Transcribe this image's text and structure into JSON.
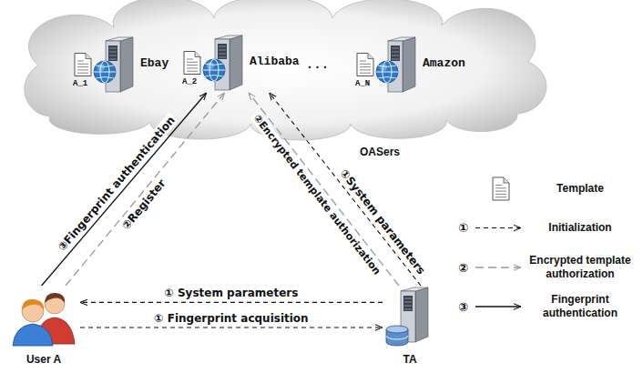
{
  "diagram": {
    "nodes": [
      {
        "text": [
          "Ebay",
          "A_1"
        ]
      },
      {
        "text": [
          "Alibaba",
          "A_2"
        ]
      },
      {
        "text": [
          "Amazon",
          "A_N"
        ]
      },
      {
        "text": [
          "User A"
        ]
      },
      {
        "text": [
          "TA"
        ]
      }
    ],
    "edges": [
      {
        "from": 3,
        "to": 1,
        "arrow": "to",
        "label": "③Fingerprint authentication"
      },
      {
        "from": 3,
        "to": 1,
        "arrow": "to",
        "label": "②Register"
      },
      {
        "from": 4,
        "to": 1,
        "arrow": "to",
        "label": "①System parameters"
      },
      {
        "from": 4,
        "to": 1,
        "arrow": "to",
        "label": "②Encrypted template authorization"
      },
      {
        "from": 4,
        "to": 3,
        "arrow": "to",
        "label": "① System parameters"
      },
      {
        "from": 3,
        "to": 4,
        "arrow": "to",
        "label": "① Fingerprint acquisition"
      }
    ],
    "labels": [
      "OASers",
      "· · ·",
      "①",
      "②",
      "③"
    ],
    "legend": [
      {
        "text": "Template"
      },
      {
        "text": "Initialization"
      },
      {
        "text": "Encrypted template authorization"
      },
      {
        "text": "Fingerprint authentication"
      }
    ]
  }
}
